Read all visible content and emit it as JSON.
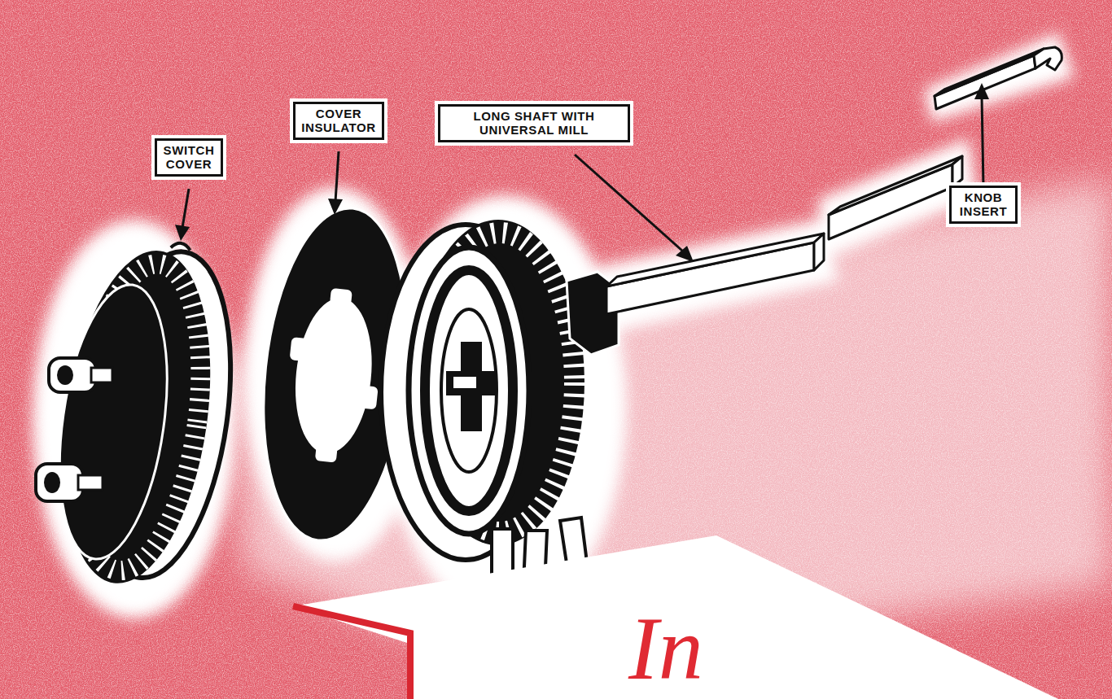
{
  "diagram": {
    "nodes": [
      {
        "text": [
          "SWITCH COVER"
        ]
      },
      {
        "text": [
          "COVER INSULATOR"
        ]
      },
      {
        "text": [
          "LONG SHAFT WITH UNIVERSAL MILL"
        ]
      },
      {
        "text": [
          "KNOB INSERT"
        ]
      }
    ],
    "labels": [
      "In"
    ]
  }
}
